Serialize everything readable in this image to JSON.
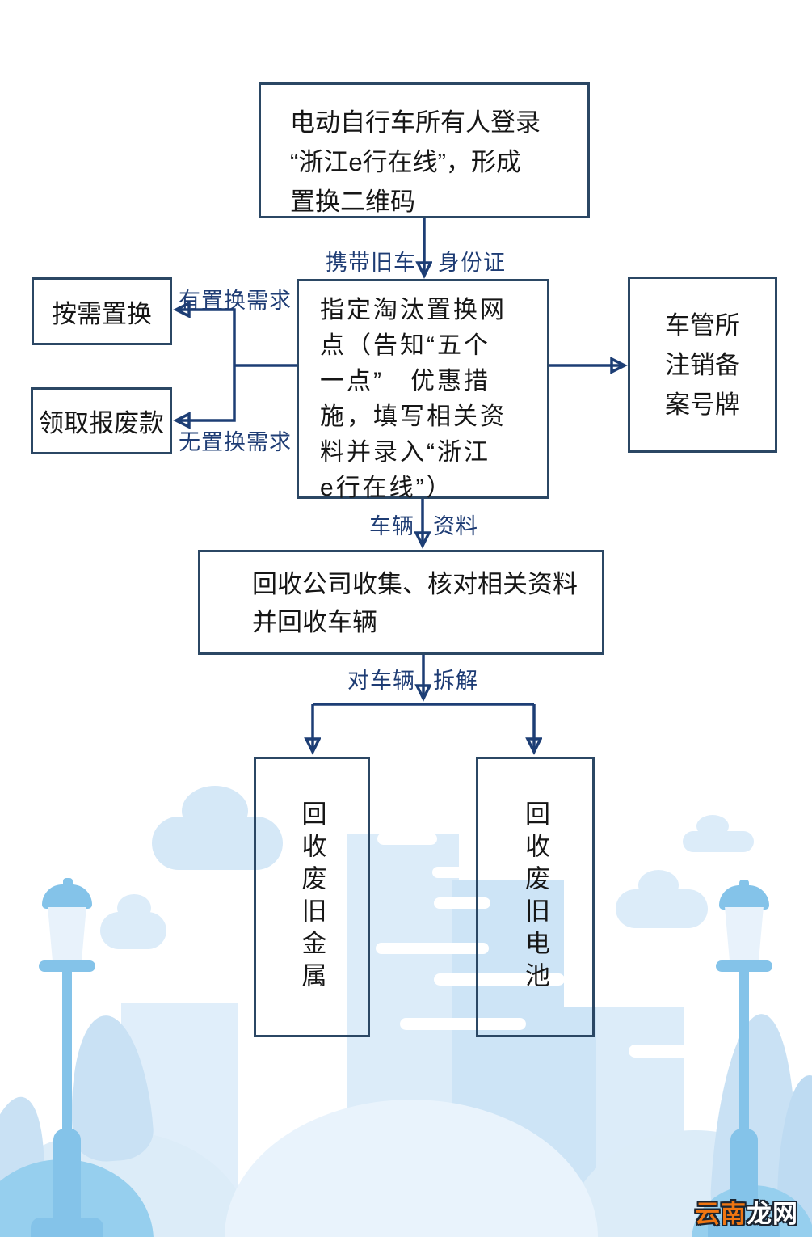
{
  "nodes": {
    "login": {
      "lines": [
        "电动自行车所有人登录",
        "“浙江e行在线”，形成",
        "置换二维码"
      ]
    },
    "network": {
      "lines": [
        "指定淘汰置换网",
        "点（告知“五个",
        "一点”　优惠措",
        "施，填写相关资",
        "料并录入“浙江",
        "e行在线”）"
      ]
    },
    "exchange": {
      "label": "按需置换"
    },
    "scrap_payment": {
      "label": "领取报废款"
    },
    "dmv": {
      "lines": [
        "车管所",
        "注销备",
        "案号牌"
      ]
    },
    "recycle_company": {
      "lines": [
        "回收公司收集、核对相关资料",
        "并回收车辆"
      ]
    },
    "metal": {
      "label": "回收废旧金属"
    },
    "battery": {
      "label": "回收废旧电池"
    }
  },
  "edges": {
    "bring_old_bike": "携带旧车",
    "id_card": "身份证",
    "need_exchange": "有置换需求",
    "no_need_exchange": "无置换需求",
    "vehicle": "车辆",
    "documents": "资料",
    "to_vehicle": "对车辆",
    "dismantle": "拆解"
  },
  "watermark": {
    "orange_text": "云南",
    "white_text": "龙网"
  },
  "colors": {
    "connector": "#1d3e75",
    "box_border": "#2b4764",
    "box_text": "#161616",
    "edge_label": "#1e3c74",
    "lamp_blue": "#84c3e9",
    "city_light_blue": "#dcecf9",
    "watermark_orange": "#f07612",
    "watermark_white": "#ffffff"
  }
}
